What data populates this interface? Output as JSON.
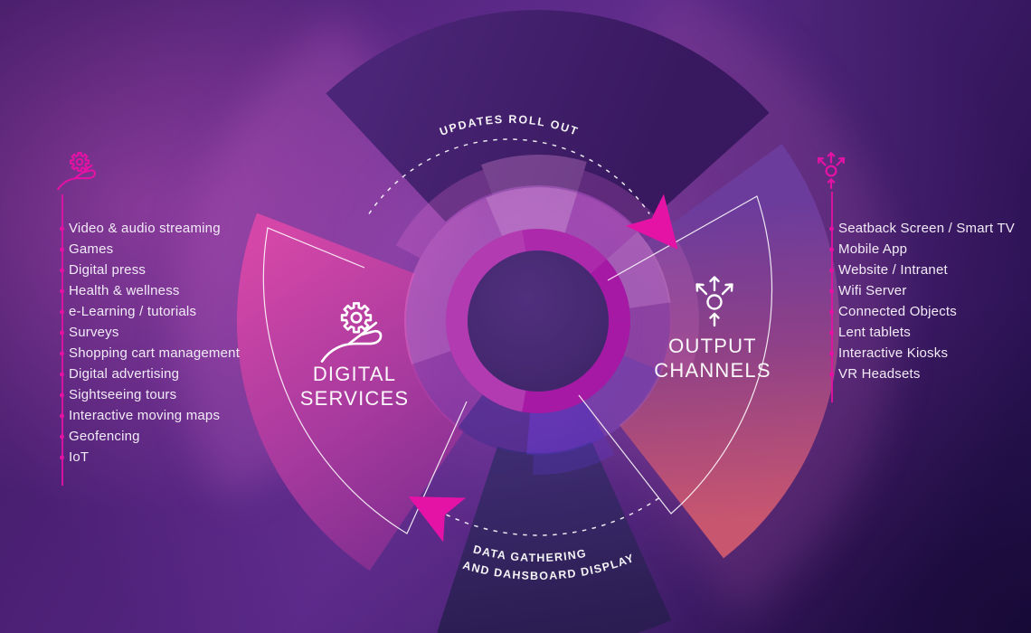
{
  "panels": {
    "digital_services": {
      "items": [
        "Video & audio streaming",
        "Games",
        "Digital press",
        "Health & wellness",
        "e-Learning / tutorials",
        "Surveys",
        "Shopping cart management",
        "Digital advertising",
        "Sightseeing tours",
        "Interactive moving maps",
        "Geofencing",
        "IoT"
      ]
    },
    "output_channels": {
      "items": [
        "Seatback Screen / Smart TV",
        "Mobile App",
        "Website / Intranet",
        "Wifi Server",
        "Connected Objects",
        "Lent tablets",
        "Interactive Kiosks",
        "VR Headsets"
      ]
    }
  },
  "diagram": {
    "left_wedge": {
      "line1": "DIGITAL",
      "line2": "SERVICES"
    },
    "right_wedge": {
      "line1": "OUTPUT",
      "line2": "CHANNELS"
    },
    "top_arc_text": "UPDATES ROLL OUT",
    "bottom_arc_text_line1": "DATA GATHERING",
    "bottom_arc_text_line2": "AND DAHSBOARD DISPLAY",
    "icons": {
      "digital_services": "hand-gear-icon",
      "output_channels": "broadcast-arrows-icon"
    },
    "colors": {
      "accent_pink": "#e312a4",
      "arrow_magenta": "#e512a6",
      "ring_magenta": "#a519a4",
      "wedge_left_top": "#d447a8",
      "wedge_left_bottom": "#7e2d90",
      "wedge_right_top": "#6c3c9c",
      "wedge_right_bottom": "#c9566f",
      "dark_arc": "#4b2577",
      "background_dark": "#241150",
      "text_light": "#f2ebf7",
      "text_white": "#ffffff"
    }
  }
}
